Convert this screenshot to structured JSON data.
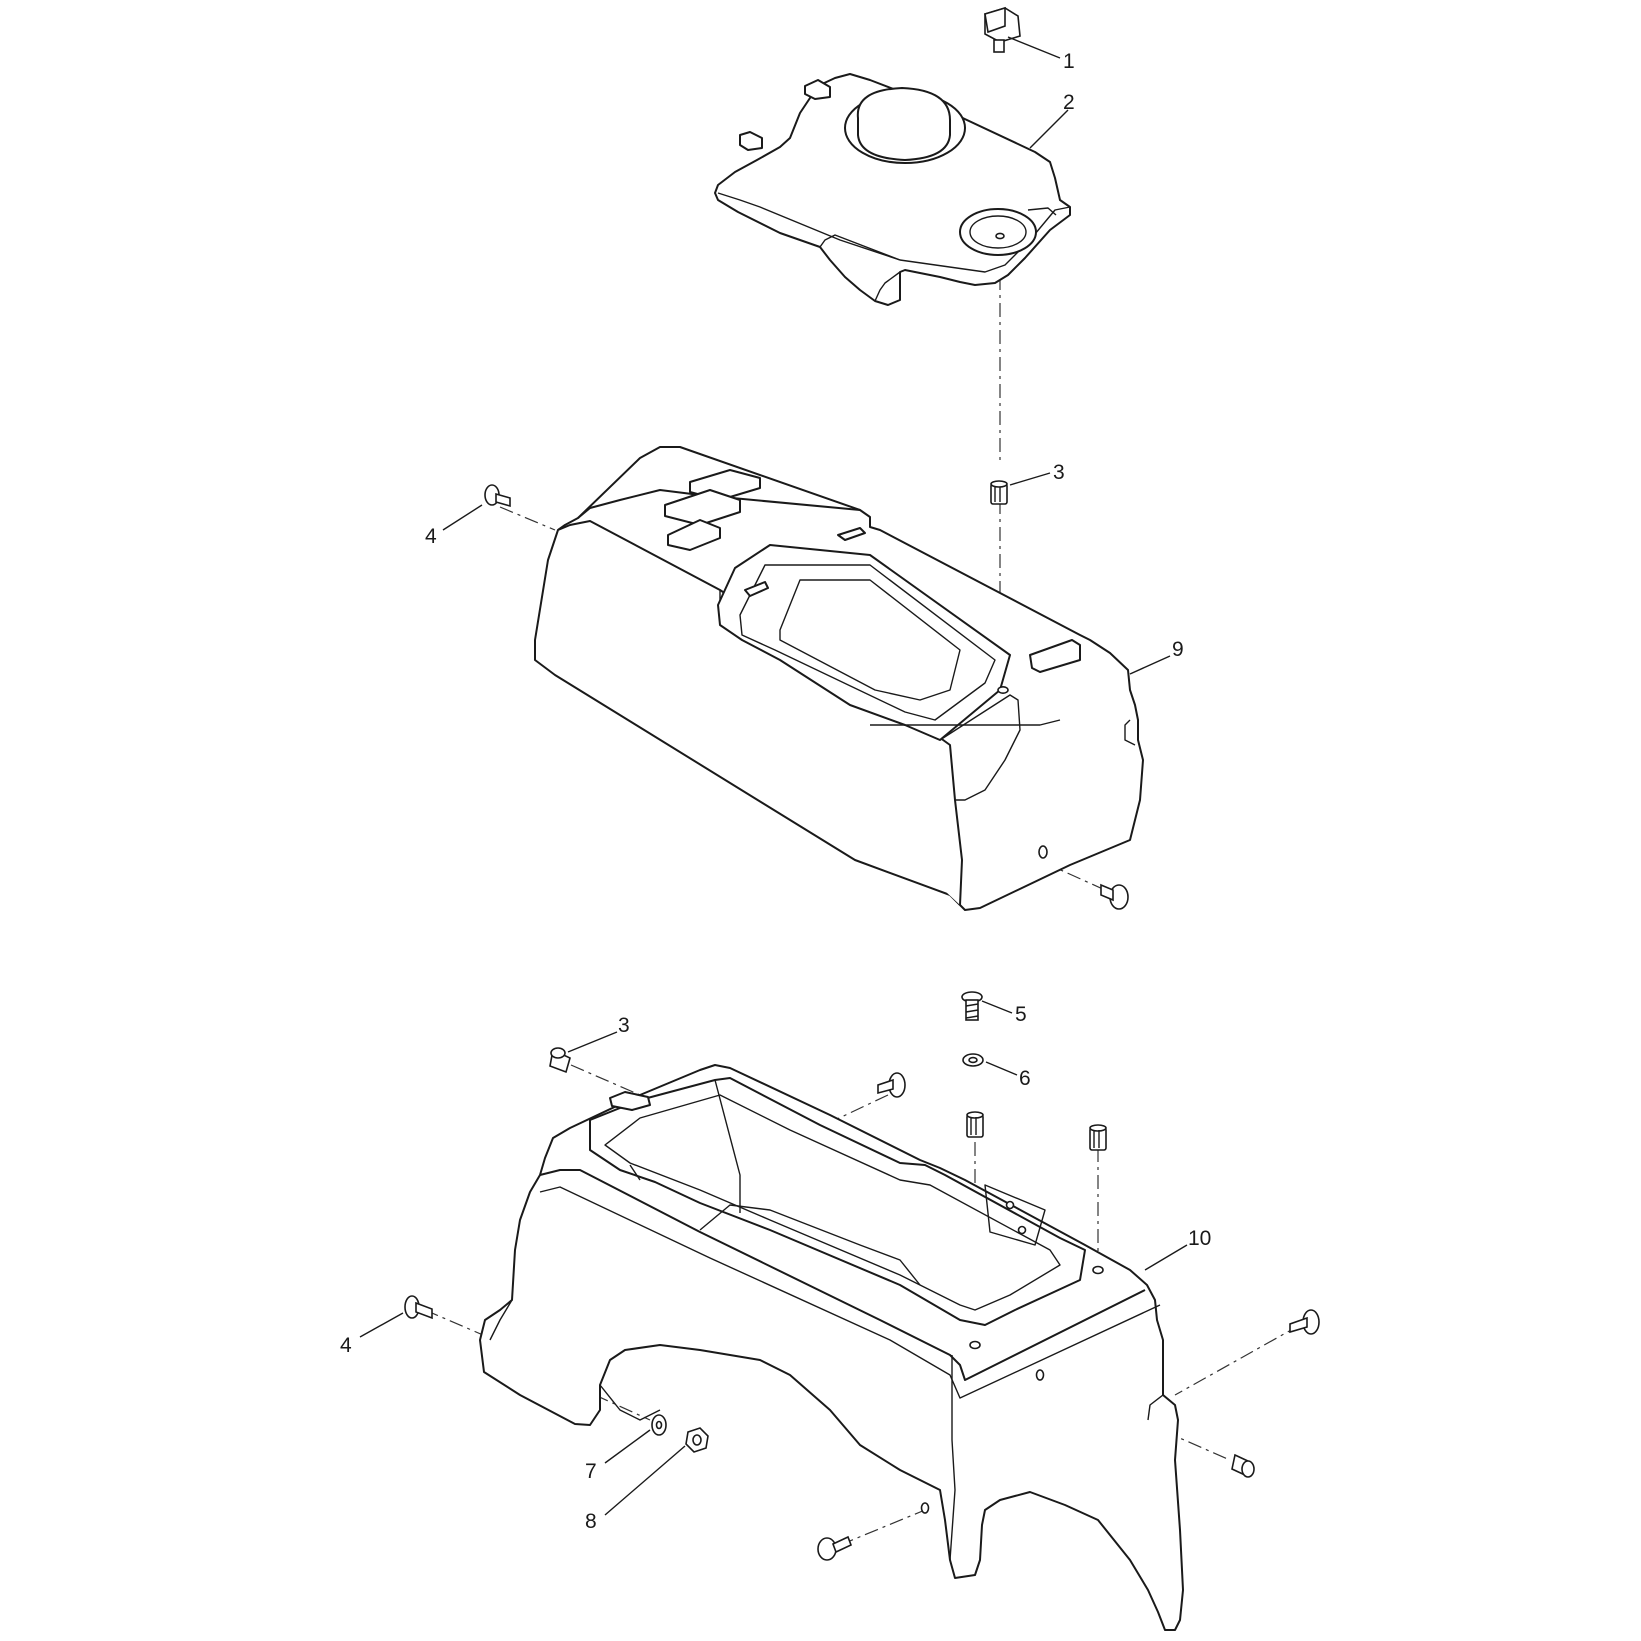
{
  "diagram": {
    "callouts": [
      {
        "id": "c1",
        "label": "1"
      },
      {
        "id": "c2",
        "label": "2"
      },
      {
        "id": "c3a",
        "label": "3"
      },
      {
        "id": "c4a",
        "label": "4"
      },
      {
        "id": "c9",
        "label": "9"
      },
      {
        "id": "c5",
        "label": "5"
      },
      {
        "id": "c3b",
        "label": "3"
      },
      {
        "id": "c6",
        "label": "6"
      },
      {
        "id": "c10",
        "label": "10"
      },
      {
        "id": "c4b",
        "label": "4"
      },
      {
        "id": "c7",
        "label": "7"
      },
      {
        "id": "c8",
        "label": "8"
      }
    ]
  }
}
